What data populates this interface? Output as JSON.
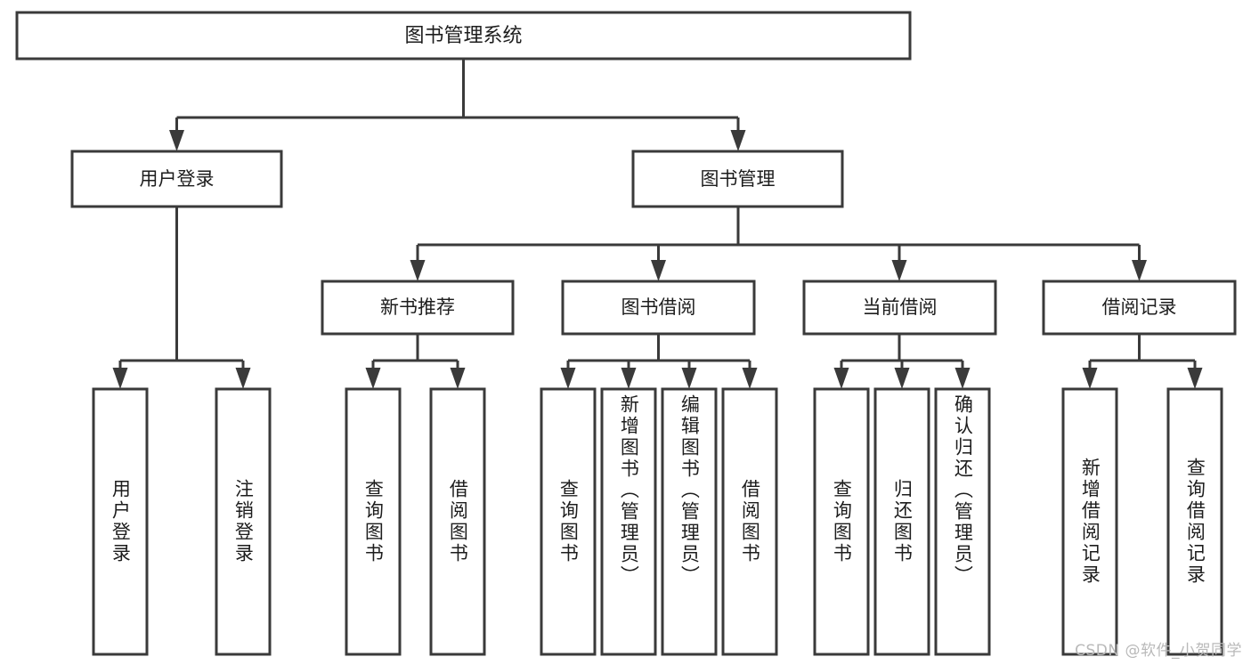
{
  "diagram": {
    "title": "图书管理系统",
    "type": "tree-hierarchy-diagram",
    "colors": {
      "stroke": "#3a3a3a",
      "node_fill": "#ffffff",
      "text": "#1d1d1d",
      "background": "#ffffff",
      "watermark": "#b9b9b9"
    },
    "root": {
      "label": "图书管理系统"
    },
    "level2": [
      {
        "label": "用户登录"
      },
      {
        "label": "图书管理"
      }
    ],
    "level3": [
      {
        "label": "新书推荐"
      },
      {
        "label": "图书借阅"
      },
      {
        "label": "当前借阅"
      },
      {
        "label": "借阅记录"
      }
    ],
    "leaves": {
      "user_login": [
        {
          "label": "用户登录"
        },
        {
          "label": "注销登录"
        }
      ],
      "new_book_recommend": [
        {
          "label": "查询图书"
        },
        {
          "label": "借阅图书"
        }
      ],
      "book_borrow": [
        {
          "label": "查询图书"
        },
        {
          "label": "新增图书（管理员）"
        },
        {
          "label": "编辑图书（管理员）"
        },
        {
          "label": "借阅图书"
        }
      ],
      "current_borrow": [
        {
          "label": "查询图书"
        },
        {
          "label": "归还图书"
        },
        {
          "label": "确认归还（管理员）"
        }
      ],
      "borrow_record": [
        {
          "label": "新增借阅记录"
        },
        {
          "label": "查询借阅记录"
        }
      ]
    },
    "watermark": "CSDN @软件_小贺同学"
  }
}
